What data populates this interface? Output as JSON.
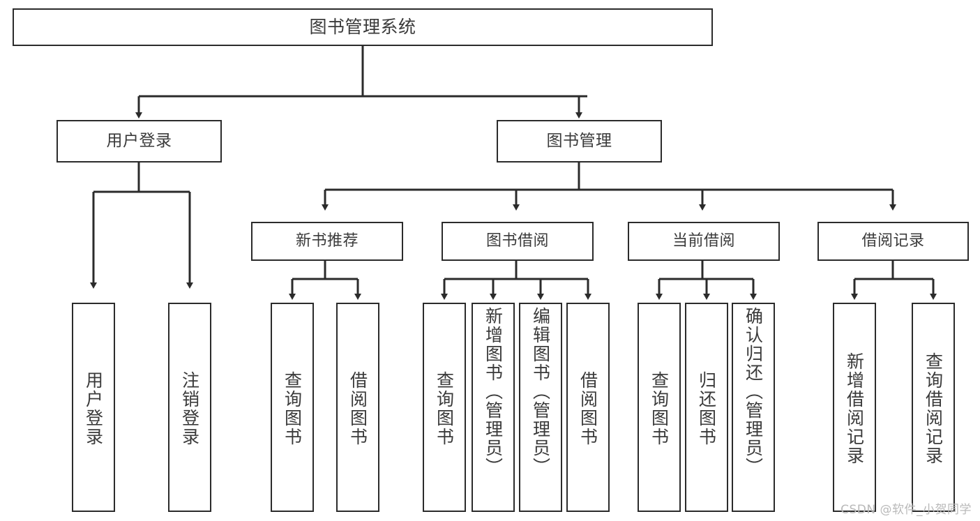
{
  "diagram": {
    "title": "图书管理系统",
    "type": "hierarchy-tree",
    "line_color": "#2b2b2b",
    "text_color": "#3a3a3a",
    "background_color": "#ffffff",
    "watermark": "CSDN @软件_小贺同学"
  },
  "root": {
    "label": "图书管理系统"
  },
  "level1": [
    {
      "label": "用户登录"
    },
    {
      "label": "图书管理"
    }
  ],
  "level2": [
    {
      "label": "新书推荐"
    },
    {
      "label": "图书借阅"
    },
    {
      "label": "当前借阅"
    },
    {
      "label": "借阅记录"
    }
  ],
  "leaves": {
    "user_login": [
      {
        "label": "用户登录"
      },
      {
        "label": "注销登录"
      }
    ],
    "new_book_recommend": [
      {
        "label": "查询图书"
      },
      {
        "label": "借阅图书"
      }
    ],
    "book_borrow": [
      {
        "label": "查询图书"
      },
      {
        "label": "新增图书（管理员）"
      },
      {
        "label": "编辑图书（管理员）"
      },
      {
        "label": "借阅图书"
      }
    ],
    "current_borrow": [
      {
        "label": "查询图书"
      },
      {
        "label": "归还图书"
      },
      {
        "label": "确认归还（管理员）"
      }
    ],
    "borrow_record": [
      {
        "label": "新增借阅记录"
      },
      {
        "label": "查询借阅记录"
      }
    ]
  }
}
